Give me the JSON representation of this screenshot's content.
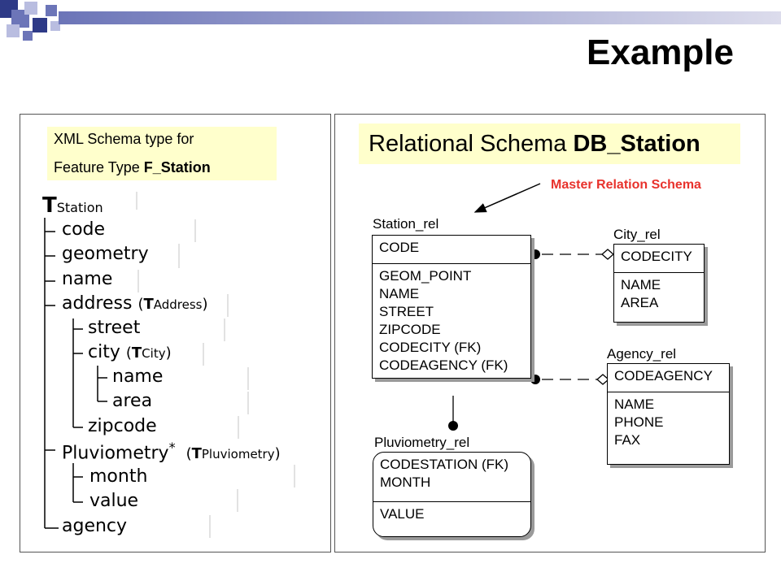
{
  "slide": {
    "title": "Example"
  },
  "left_panel": {
    "callout_line1": "XML Schema type for",
    "callout_line2_prefix": "Feature Type ",
    "callout_line2_bold": "F_Station",
    "tree": {
      "root_T": "T",
      "root_sub": "Station",
      "code": "code",
      "geometry": "geometry",
      "name": "name",
      "address": "address",
      "address_type_T": "T",
      "address_type_sub": "Address",
      "street": "street",
      "city": "city",
      "city_type_T": "T",
      "city_type_sub": "City",
      "city_name": "name",
      "city_area": "area",
      "zipcode": "zipcode",
      "pluviometry": "Pluviometry",
      "pluviometry_star": "*",
      "pluviometry_type_T": "T",
      "pluviometry_type_sub": "Pluviometry",
      "month": "month",
      "value": "value",
      "agency": "agency"
    }
  },
  "right_panel": {
    "header_prefix": "Relational Schema ",
    "header_bold": "DB_Station",
    "master_label": "Master Relation Schema",
    "tables": {
      "station": {
        "name": "Station_rel",
        "key": "CODE",
        "attrs": [
          "GEOM_POINT",
          "NAME",
          "STREET",
          "ZIPCODE",
          "CODECITY (FK)",
          "CODEAGENCY (FK)"
        ]
      },
      "city": {
        "name": "City_rel",
        "key": "CODECITY",
        "attrs": [
          "NAME",
          "AREA"
        ]
      },
      "agency": {
        "name": "Agency_rel",
        "key": "CODEAGENCY",
        "attrs": [
          "NAME",
          "PHONE",
          "FAX"
        ]
      },
      "pluviometry": {
        "name": "Pluviometry_rel",
        "keys": [
          "CODESTATION (FK)",
          "MONTH"
        ],
        "attrs": [
          "VALUE"
        ]
      }
    }
  },
  "colors": {
    "accent_dark": "#2e3a87",
    "accent_mid": "#6c75b8",
    "accent_light": "#b9bde0",
    "callout_bg": "#ffffcc",
    "master_label": "#e8322c"
  }
}
